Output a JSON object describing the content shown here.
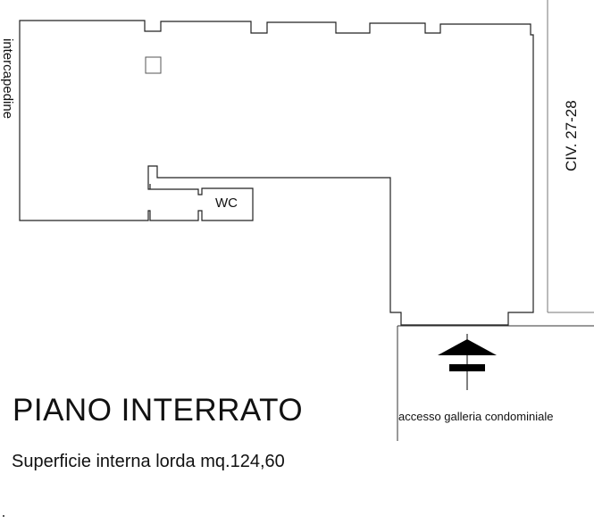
{
  "plan": {
    "title": "PIANO INTERRATO",
    "surface_text": "Superficie interna lorda mq.124,60",
    "rooms": [
      {
        "label": "WC"
      }
    ],
    "side_labels": {
      "left": "intercapedine",
      "right": "CIV. 27-28"
    },
    "entrance": {
      "label": "accesso galleria condominiale",
      "icon": "entrance-arrow-icon"
    },
    "colors": {
      "line": "#222222",
      "line_light": "#8a8a8a",
      "background": "#ffffff"
    }
  }
}
